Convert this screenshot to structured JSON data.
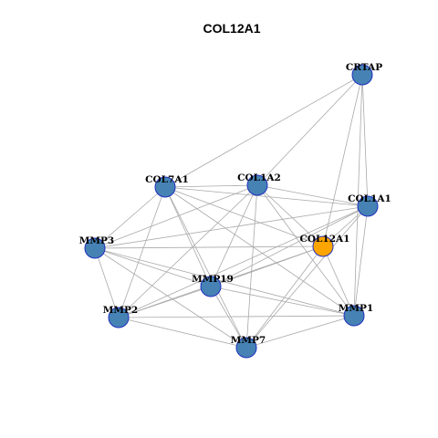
{
  "title": "COL12A1",
  "colors": {
    "node_fill": "#4682b4",
    "focus_fill": "#ffa500",
    "node_stroke": "#1f2fbf",
    "edge": "#a9a9a9"
  },
  "focus_node": "COL12A1",
  "nodes": [
    "CRTAP",
    "COL7A1",
    "COL1A2",
    "COL1A1",
    "MMP3",
    "COL12A1",
    "MMP19",
    "MMP2",
    "MMP1",
    "MMP7"
  ],
  "edges": [
    [
      "CRTAP",
      "COL7A1"
    ],
    [
      "CRTAP",
      "COL1A2"
    ],
    [
      "CRTAP",
      "COL1A1"
    ],
    [
      "CRTAP",
      "COL12A1"
    ],
    [
      "CRTAP",
      "MMP1"
    ],
    [
      "COL7A1",
      "COL1A2"
    ],
    [
      "COL7A1",
      "COL1A1"
    ],
    [
      "COL7A1",
      "MMP3"
    ],
    [
      "COL7A1",
      "COL12A1"
    ],
    [
      "COL7A1",
      "MMP19"
    ],
    [
      "COL7A1",
      "MMP2"
    ],
    [
      "COL7A1",
      "MMP7"
    ],
    [
      "COL7A1",
      "MMP1"
    ],
    [
      "COL1A2",
      "COL1A1"
    ],
    [
      "COL1A2",
      "MMP3"
    ],
    [
      "COL1A2",
      "COL12A1"
    ],
    [
      "COL1A2",
      "MMP19"
    ],
    [
      "COL1A2",
      "MMP2"
    ],
    [
      "COL1A2",
      "MMP1"
    ],
    [
      "COL1A2",
      "MMP7"
    ],
    [
      "COL1A1",
      "MMP3"
    ],
    [
      "COL1A1",
      "COL12A1"
    ],
    [
      "COL1A1",
      "MMP19"
    ],
    [
      "COL1A1",
      "MMP2"
    ],
    [
      "COL1A1",
      "MMP1"
    ],
    [
      "COL1A1",
      "MMP7"
    ],
    [
      "MMP3",
      "COL12A1"
    ],
    [
      "MMP3",
      "MMP19"
    ],
    [
      "MMP3",
      "MMP2"
    ],
    [
      "MMP3",
      "MMP1"
    ],
    [
      "MMP3",
      "MMP7"
    ],
    [
      "COL12A1",
      "MMP19"
    ],
    [
      "COL12A1",
      "MMP2"
    ],
    [
      "COL12A1",
      "MMP1"
    ],
    [
      "COL12A1",
      "MMP7"
    ],
    [
      "MMP19",
      "MMP2"
    ],
    [
      "MMP19",
      "MMP1"
    ],
    [
      "MMP19",
      "MMP7"
    ],
    [
      "MMP2",
      "MMP1"
    ],
    [
      "MMP2",
      "MMP7"
    ],
    [
      "MMP1",
      "MMP7"
    ]
  ]
}
